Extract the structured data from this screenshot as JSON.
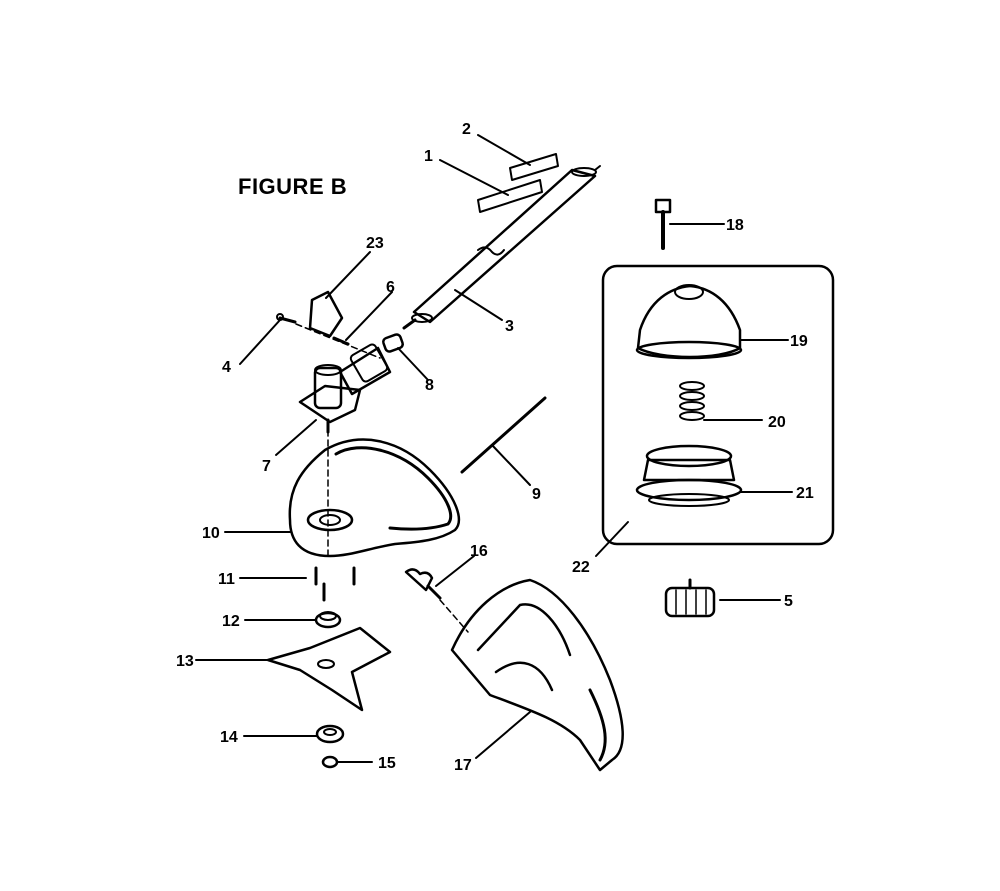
{
  "figure": {
    "title": "FIGURE B"
  },
  "callouts": [
    {
      "id": "1",
      "label": "1"
    },
    {
      "id": "2",
      "label": "2"
    },
    {
      "id": "3",
      "label": "3"
    },
    {
      "id": "4",
      "label": "4"
    },
    {
      "id": "5",
      "label": "5"
    },
    {
      "id": "6",
      "label": "6"
    },
    {
      "id": "7",
      "label": "7"
    },
    {
      "id": "8",
      "label": "8"
    },
    {
      "id": "9",
      "label": "9"
    },
    {
      "id": "10",
      "label": "10"
    },
    {
      "id": "11",
      "label": "11"
    },
    {
      "id": "12",
      "label": "12"
    },
    {
      "id": "13",
      "label": "13"
    },
    {
      "id": "14",
      "label": "14"
    },
    {
      "id": "15",
      "label": "15"
    },
    {
      "id": "16",
      "label": "16"
    },
    {
      "id": "17",
      "label": "17"
    },
    {
      "id": "18",
      "label": "18"
    },
    {
      "id": "19",
      "label": "19"
    },
    {
      "id": "20",
      "label": "20"
    },
    {
      "id": "21",
      "label": "21"
    },
    {
      "id": "22",
      "label": "22"
    },
    {
      "id": "23",
      "label": "23"
    }
  ]
}
